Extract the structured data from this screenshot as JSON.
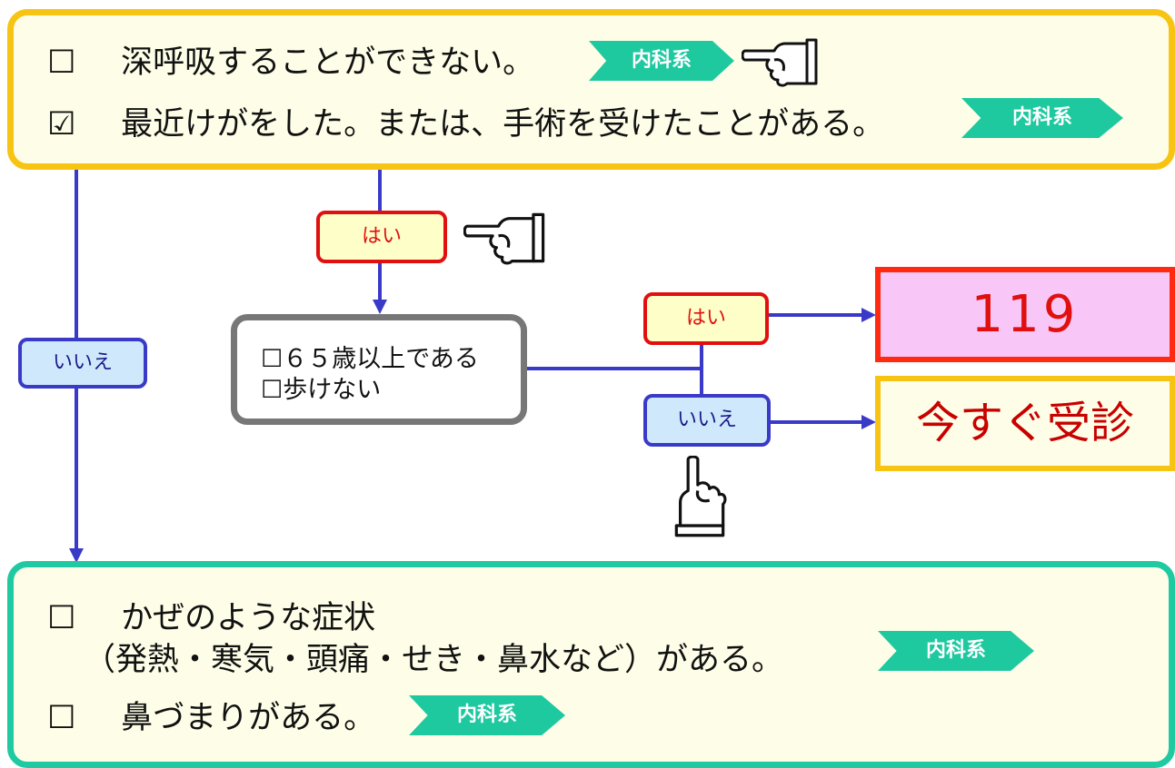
{
  "top": {
    "items": [
      {
        "box": "☐",
        "text": "深呼吸することができない。",
        "tag": "内科系"
      },
      {
        "box": "☑",
        "text": "最近けがをした。または、手術を受けたことがある。",
        "tag": "内科系"
      }
    ]
  },
  "labels": {
    "yes": "はい",
    "no": "いいえ"
  },
  "condition": {
    "line1": "☐６５歳以上である",
    "line2": "☐歩けない"
  },
  "results": {
    "emergency": "119",
    "visit_now": "今すぐ受診"
  },
  "bottom": {
    "items": [
      {
        "box": "☐",
        "text": "かぜのような症状",
        "sub": "（発熱・寒気・頭痛・せき・鼻水など）がある。",
        "tag": "内科系"
      },
      {
        "box": "☐",
        "text": "鼻づまりがある。",
        "tag": "内科系"
      }
    ]
  },
  "colors": {
    "top_border": "#f7c413",
    "bottom_border": "#1fcaa2",
    "tag": "#1ec9a0",
    "line": "#3a3ac8",
    "yes": "#e01010",
    "emergency_fill": "#f9c7f7"
  },
  "icons": [
    "pointing-hand-icon",
    "pointing-up-hand-icon"
  ]
}
